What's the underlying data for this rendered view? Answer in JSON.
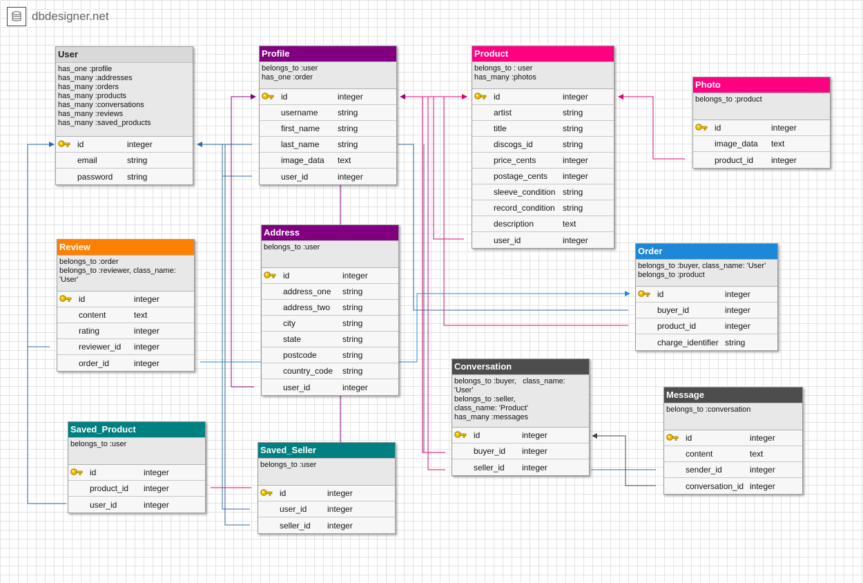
{
  "logo": {
    "text": "dbdesigner.net"
  },
  "colors": {
    "purple": "#800080",
    "pink": "#ff0080",
    "orange": "#ff8000",
    "blue": "#1e88d8",
    "teal": "#008080",
    "dark": "#4d4d4d"
  },
  "tables": {
    "user": {
      "name": "User",
      "desc": "has_one :profile\nhas_many :addresses\nhas_many :orders\nhas_many :products\nhas_many :conversations\nhas_many :reviews\nhas_many :saved_products",
      "fields": [
        {
          "name": "id",
          "type": "integer",
          "key": true
        },
        {
          "name": "email",
          "type": "string"
        },
        {
          "name": "password",
          "type": "string"
        }
      ]
    },
    "profile": {
      "name": "Profile",
      "desc": "belongs_to :user\nhas_one :order",
      "fields": [
        {
          "name": "id",
          "type": "integer",
          "key": true
        },
        {
          "name": "username",
          "type": "string"
        },
        {
          "name": "first_name",
          "type": "string"
        },
        {
          "name": "last_name",
          "type": "string"
        },
        {
          "name": "image_data",
          "type": "text"
        },
        {
          "name": "user_id",
          "type": "integer"
        }
      ]
    },
    "product": {
      "name": "Product",
      "desc": "belongs_to : user\nhas_many :photos",
      "fields": [
        {
          "name": "id",
          "type": "integer",
          "key": true
        },
        {
          "name": "artist",
          "type": "string"
        },
        {
          "name": "title",
          "type": "string"
        },
        {
          "name": "discogs_id",
          "type": "string"
        },
        {
          "name": "price_cents",
          "type": "integer"
        },
        {
          "name": "postage_cents",
          "type": "integer"
        },
        {
          "name": "sleeve_condition",
          "type": "string"
        },
        {
          "name": "record_condition",
          "type": "string"
        },
        {
          "name": "description",
          "type": "text"
        },
        {
          "name": "user_id",
          "type": "integer"
        }
      ]
    },
    "photo": {
      "name": "Photo",
      "desc": "belongs_to :product",
      "fields": [
        {
          "name": "id",
          "type": "integer",
          "key": true
        },
        {
          "name": "image_data",
          "type": "text"
        },
        {
          "name": "product_id",
          "type": "integer"
        }
      ]
    },
    "review": {
      "name": "Review",
      "desc": "belongs_to :order\nbelongs_to :reviewer, class_name:\n'User'",
      "fields": [
        {
          "name": "id",
          "type": "integer",
          "key": true
        },
        {
          "name": "content",
          "type": "text"
        },
        {
          "name": "rating",
          "type": "integer"
        },
        {
          "name": "reviewer_id",
          "type": "integer"
        },
        {
          "name": "order_id",
          "type": "integer"
        }
      ]
    },
    "address": {
      "name": "Address",
      "desc": "belongs_to :user",
      "fields": [
        {
          "name": "id",
          "type": "integer",
          "key": true
        },
        {
          "name": "address_one",
          "type": "string"
        },
        {
          "name": "address_two",
          "type": "string"
        },
        {
          "name": "city",
          "type": "string"
        },
        {
          "name": "state",
          "type": "string"
        },
        {
          "name": "postcode",
          "type": "string"
        },
        {
          "name": "country_code",
          "type": "string"
        },
        {
          "name": "user_id",
          "type": "integer"
        }
      ]
    },
    "order": {
      "name": "Order",
      "desc": "belongs_to :buyer, class_name: 'User'\nbelongs_to :product",
      "fields": [
        {
          "name": "id",
          "type": "integer",
          "key": true
        },
        {
          "name": "buyer_id",
          "type": "integer"
        },
        {
          "name": "product_id",
          "type": "integer"
        },
        {
          "name": "charge_identifier",
          "type": "string"
        }
      ]
    },
    "conversation": {
      "name": "Conversation",
      "desc": "belongs_to :buyer,   class_name:\n'User'\nbelongs_to :seller,\nclass_name: 'Product'\nhas_many :messages",
      "fields": [
        {
          "name": "id",
          "type": "integer",
          "key": true
        },
        {
          "name": "buyer_id",
          "type": "integer"
        },
        {
          "name": "seller_id",
          "type": "integer"
        }
      ]
    },
    "message": {
      "name": "Message",
      "desc": "belongs_to :conversation",
      "fields": [
        {
          "name": "id",
          "type": "integer",
          "key": true
        },
        {
          "name": "content",
          "type": "text"
        },
        {
          "name": "sender_id",
          "type": "integer"
        },
        {
          "name": "conversation_id",
          "type": "integer"
        }
      ]
    },
    "saved_product": {
      "name": "Saved_Product",
      "desc": "belongs_to :user",
      "fields": [
        {
          "name": "id",
          "type": "integer",
          "key": true
        },
        {
          "name": "product_id",
          "type": "integer"
        },
        {
          "name": "user_id",
          "type": "integer"
        }
      ]
    },
    "saved_seller": {
      "name": "Saved_Seller",
      "desc": "belongs_to :user",
      "fields": [
        {
          "name": "id",
          "type": "integer",
          "key": true
        },
        {
          "name": "user_id",
          "type": "integer"
        },
        {
          "name": "seller_id",
          "type": "integer"
        }
      ]
    }
  }
}
